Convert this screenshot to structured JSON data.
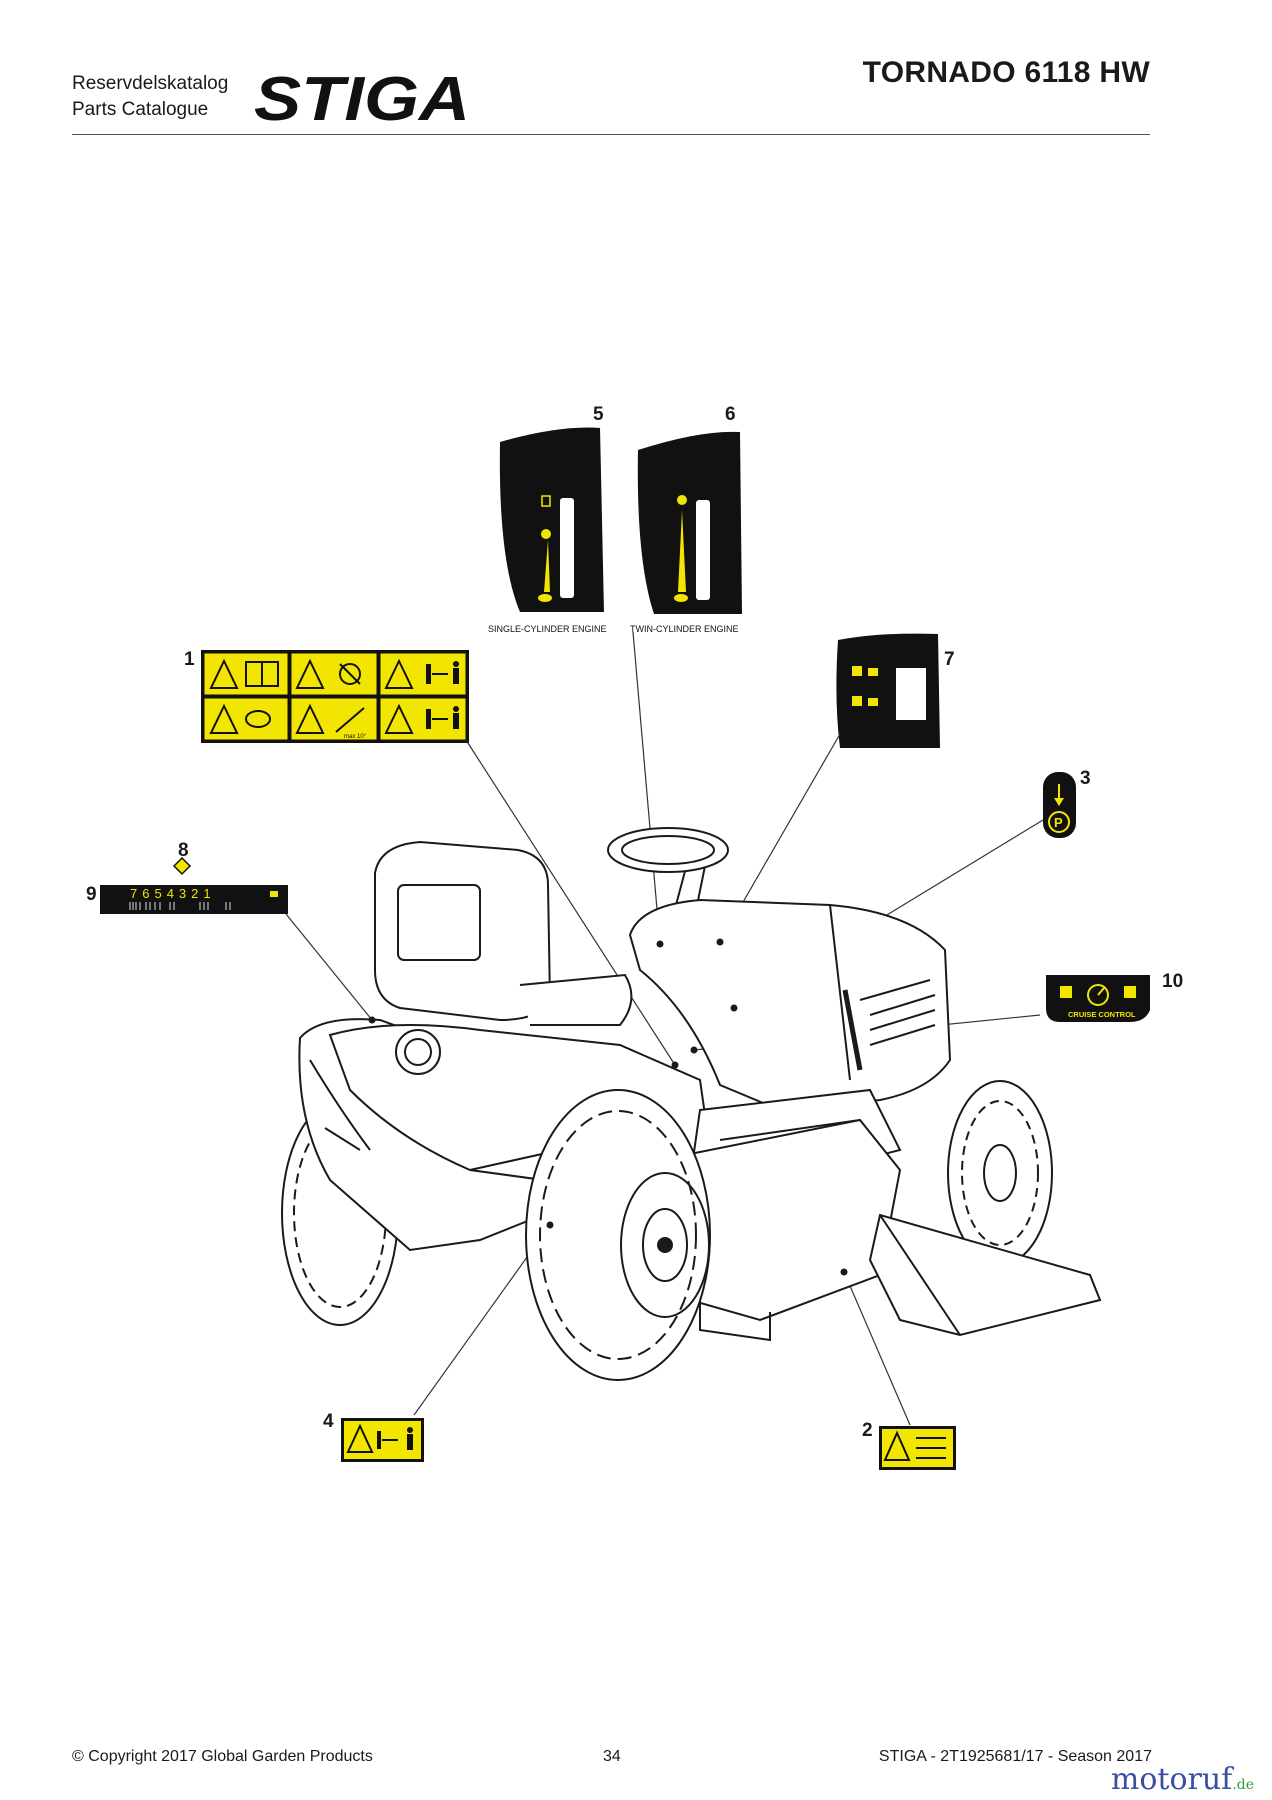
{
  "header": {
    "catalog_line1": "Reservdelskatalog",
    "catalog_line2": "Parts Catalogue",
    "brand": "STIGA",
    "model": "TORNADO 6118 HW"
  },
  "callouts": [
    {
      "num": "1"
    },
    {
      "num": "2"
    },
    {
      "num": "3"
    },
    {
      "num": "4"
    },
    {
      "num": "5"
    },
    {
      "num": "6"
    },
    {
      "num": "7"
    },
    {
      "num": "8"
    },
    {
      "num": "9"
    },
    {
      "num": "10"
    }
  ],
  "decals": {
    "decal5_caption": "SINGLE-CYLINDER ENGINE",
    "decal6_caption": "TWIN-CYLINDER ENGINE",
    "decal1_slope": "max 10°",
    "decal9_number": "7654321",
    "decal10_caption": "CRUISE CONTROL"
  },
  "footer": {
    "copyright": "© Copyright 2017 Global Garden Products",
    "page": "34",
    "doc_ref": "STIGA - 2T1925681/17 - Season 2017"
  },
  "watermark": {
    "name": "motoruf",
    "tld": ".de"
  },
  "colors": {
    "decal_yellow": "#f2e500",
    "decal_black": "#111111",
    "text": "#1a1a1a",
    "rule": "#555555",
    "wm_blue": "#3a4fa0",
    "wm_red": "#d02a2a",
    "wm_green": "#2e9a3a"
  }
}
